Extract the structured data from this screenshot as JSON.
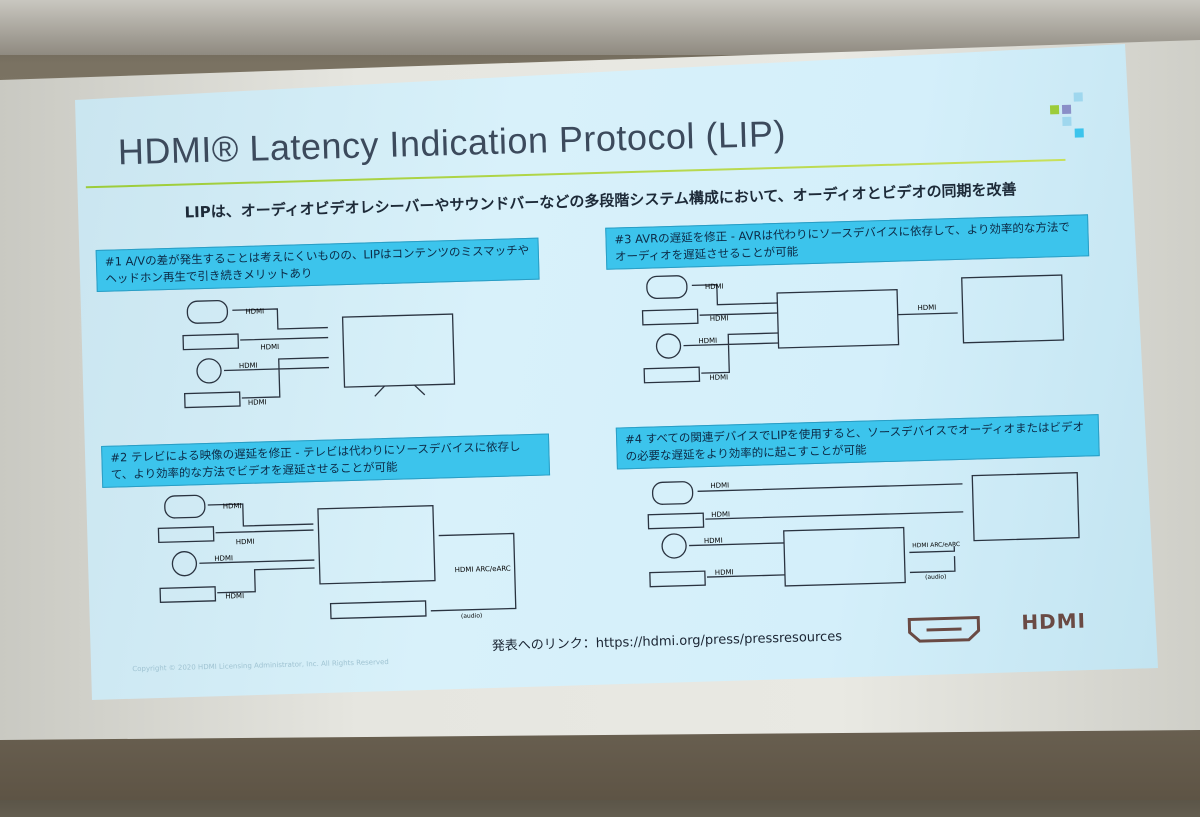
{
  "slide": {
    "title": "HDMI® Latency Indication Protocol (LIP)",
    "subtitle": "LIPは、オーディオビデオレシーバーやサウンドバーなどの多段階システム構成において、オーディオとビデオの同期を改善",
    "panels": [
      {
        "text": "#1 A/Vの差が発生することは考えにくいものの、LIPはコンテンツのミスマッチやヘッドホン再生で引き続きメリットあり",
        "labels": [
          "HDMI",
          "HDMI",
          "HDMI",
          "HDMI"
        ]
      },
      {
        "text": "#2 テレビによる映像の遅延を修正 - テレビは代わりにソースデバイスに依存して、より効率的な方法でビデオを遅延させることが可能",
        "labels": [
          "HDMI",
          "HDMI",
          "HDMI",
          "HDMI",
          "HDMI ARC/eARC",
          "(audio)"
        ]
      },
      {
        "text": "#3 AVRの遅延を修正 - AVRは代わりにソースデバイスに依存して、より効率的な方法でオーディオを遅延させることが可能",
        "labels": [
          "HDMI",
          "HDMI",
          "HDMI",
          "HDMI",
          "HDMI"
        ]
      },
      {
        "text": "#4 すべての関連デバイスでLIPを使用すると、ソースデバイスでオーディオまたはビデオの必要な遅延をより効率的に起こすことが可能",
        "labels": [
          "HDMI",
          "HDMI",
          "HDMI",
          "HDMI",
          "HDMI ARC/eARC",
          "(audio)"
        ]
      }
    ],
    "link": "発表へのリンク：https://hdmi.org/press/pressresources",
    "copyright": "Copyright © 2020 HDMI Licensing Administrator, Inc. All Rights Reserved",
    "logo": "HDMI",
    "accent": "#3cc4ec"
  }
}
